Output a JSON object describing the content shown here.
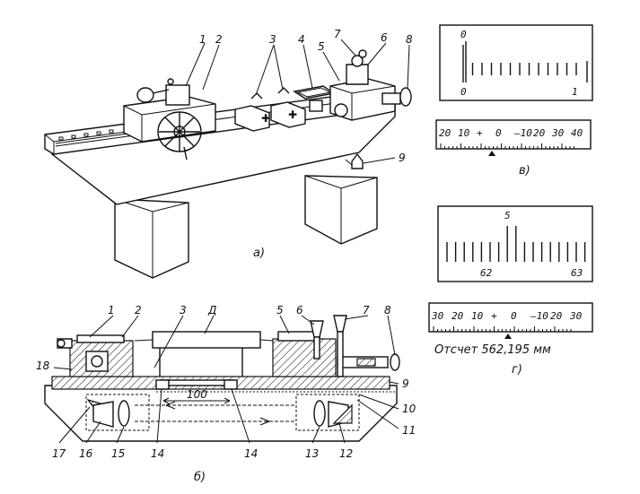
{
  "figure_labels": {
    "a": "а)",
    "b": "б)",
    "v": "в)",
    "g": "г)"
  },
  "callouts_top": [
    "1",
    "2",
    "3",
    "4",
    "5",
    "6",
    "7",
    "8",
    "9"
  ],
  "callouts_bottom_top": [
    "1",
    "2",
    "3",
    "Д",
    "5",
    "6",
    "7",
    "8"
  ],
  "callouts_bottom_side": [
    "18",
    "9",
    "10",
    "11"
  ],
  "callouts_bottom_row": [
    "17",
    "16",
    "15",
    "14",
    "14",
    "13",
    "12"
  ],
  "dimension_label": "100",
  "scale_v": {
    "top_label": "0",
    "left_label": "0",
    "right_label": "1"
  },
  "vernier_v": {
    "labels": [
      "20",
      "10",
      "+",
      "0",
      "–10",
      "20",
      "30",
      "40"
    ]
  },
  "scale_g": {
    "top_label": "5",
    "left_label": "62",
    "right_label": "63"
  },
  "vernier_g": {
    "labels": [
      "30",
      "20",
      "10",
      "+",
      "0",
      "–10",
      "20",
      "30"
    ]
  },
  "reading_text": "Отсчет 562,195 мм"
}
